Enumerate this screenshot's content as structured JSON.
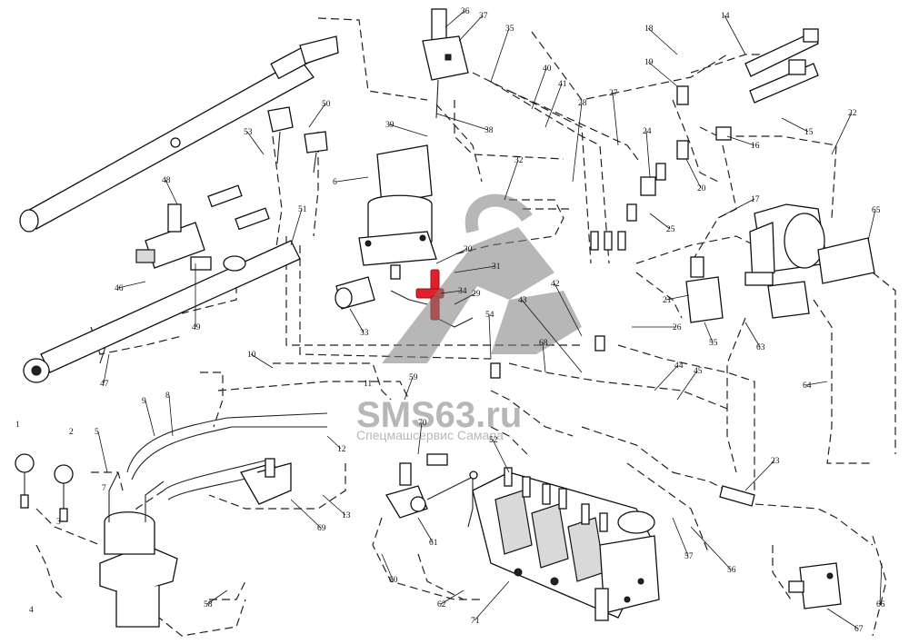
{
  "diagram": {
    "callouts": [
      "1",
      "2",
      "3",
      "4",
      "5",
      "6",
      "7",
      "8",
      "9",
      "10",
      "11",
      "12",
      "13",
      "14",
      "15",
      "16",
      "17",
      "18",
      "19",
      "20",
      "21",
      "22",
      "23",
      "24",
      "25",
      "26",
      "27",
      "28",
      "29",
      "30",
      "31",
      "32",
      "33",
      "34",
      "35",
      "36",
      "37",
      "38",
      "39",
      "40",
      "41",
      "42",
      "43",
      "44",
      "45",
      "46",
      "47",
      "48",
      "49",
      "50",
      "51",
      "52",
      "53",
      "54",
      "55",
      "56",
      "57",
      "58",
      "59",
      "60",
      "61",
      "62",
      "63",
      "64",
      "65",
      "66",
      "67",
      "68",
      "69",
      "70",
      "71"
    ],
    "highlight_color": "#e0202a"
  },
  "watermark": {
    "title": "SMS63.ru",
    "subtitle": "Спецмашсервис Самара",
    "logo": "SMS63"
  }
}
